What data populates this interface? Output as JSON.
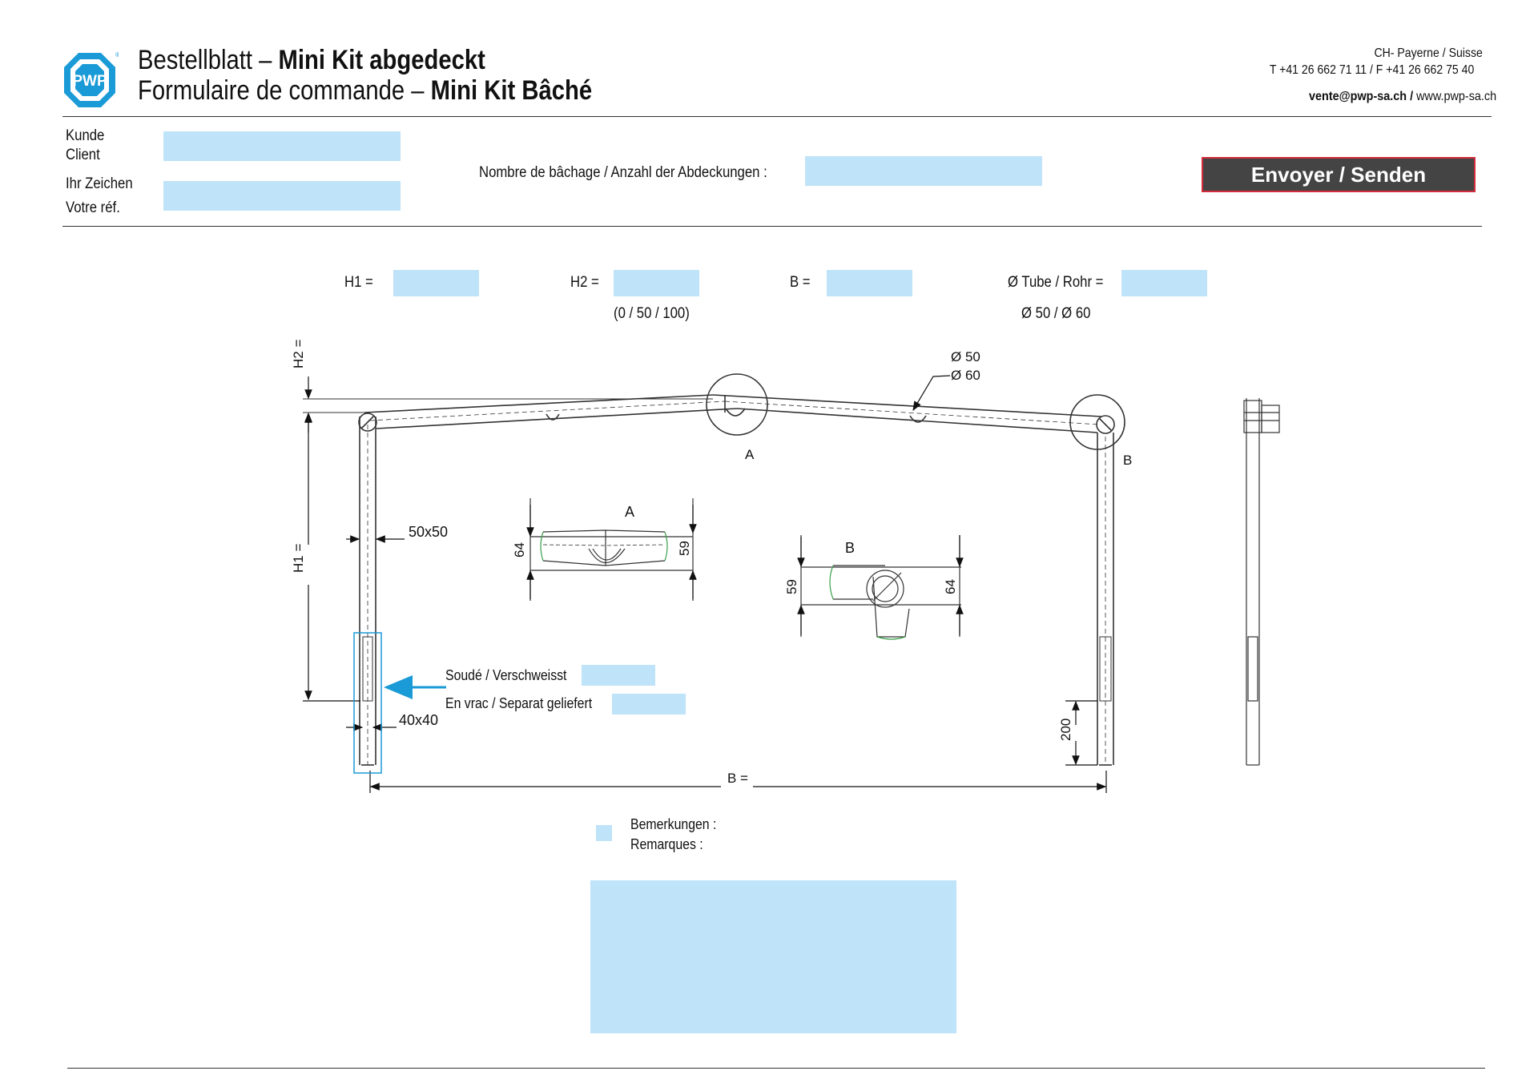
{
  "header": {
    "logo_text": "PWP",
    "title_de_prefix": "Bestellblatt – ",
    "title_de_bold": "Mini Kit abgedeckt",
    "title_fr_prefix": "Formulaire de commande – ",
    "title_fr_bold": "Mini Kit Bâché",
    "location": "CH- Payerne / Suisse",
    "phone_fax": "T +41 26 662 71 11 / F +41 26 662 75 40",
    "email": "vente@pwp-sa.ch /",
    "website": "www.pwp-sa.ch"
  },
  "form": {
    "kunde_label": "Kunde",
    "client_label": "Client",
    "ihr_zeichen_label": "Ihr Zeichen",
    "votre_ref_label": "Votre réf.",
    "count_label": "Nombre de bâchage / Anzahl der Abdeckungen :",
    "send_label": "Envoyer / Senden"
  },
  "params": {
    "h1_label": "H1 =",
    "h2_label": "H2 =",
    "h2_hint": "(0 / 50 / 100)",
    "b_label": "B =",
    "tube_label": "Ø Tube / Rohr =",
    "tube_hint": "Ø 50 / Ø 60"
  },
  "drawing": {
    "h2_dim": "H2 =",
    "h1_dim": "H1 =",
    "b_dim": "B =",
    "d50": "Ø 50",
    "d60": "Ø 60",
    "label_a": "A",
    "label_b": "B",
    "profile_top": "50x50",
    "profile_bottom": "40x40",
    "dim_200": "200",
    "detail_a_left": "64",
    "detail_a_right": "59",
    "detail_b_left": "59",
    "detail_b_right": "64",
    "welded_label": "Soudé  / Verschweisst",
    "loose_label": "En vrac / Separat geliefert"
  },
  "remarks": {
    "label_de": "Bemerkungen :",
    "label_fr": "Remarques  :"
  },
  "colors": {
    "field": "#bfe3f8",
    "button_bg": "#444444",
    "button_border": "#d32b3b",
    "logo_blue": "#1a9ad6",
    "arrow_blue": "#1a9ad6"
  }
}
